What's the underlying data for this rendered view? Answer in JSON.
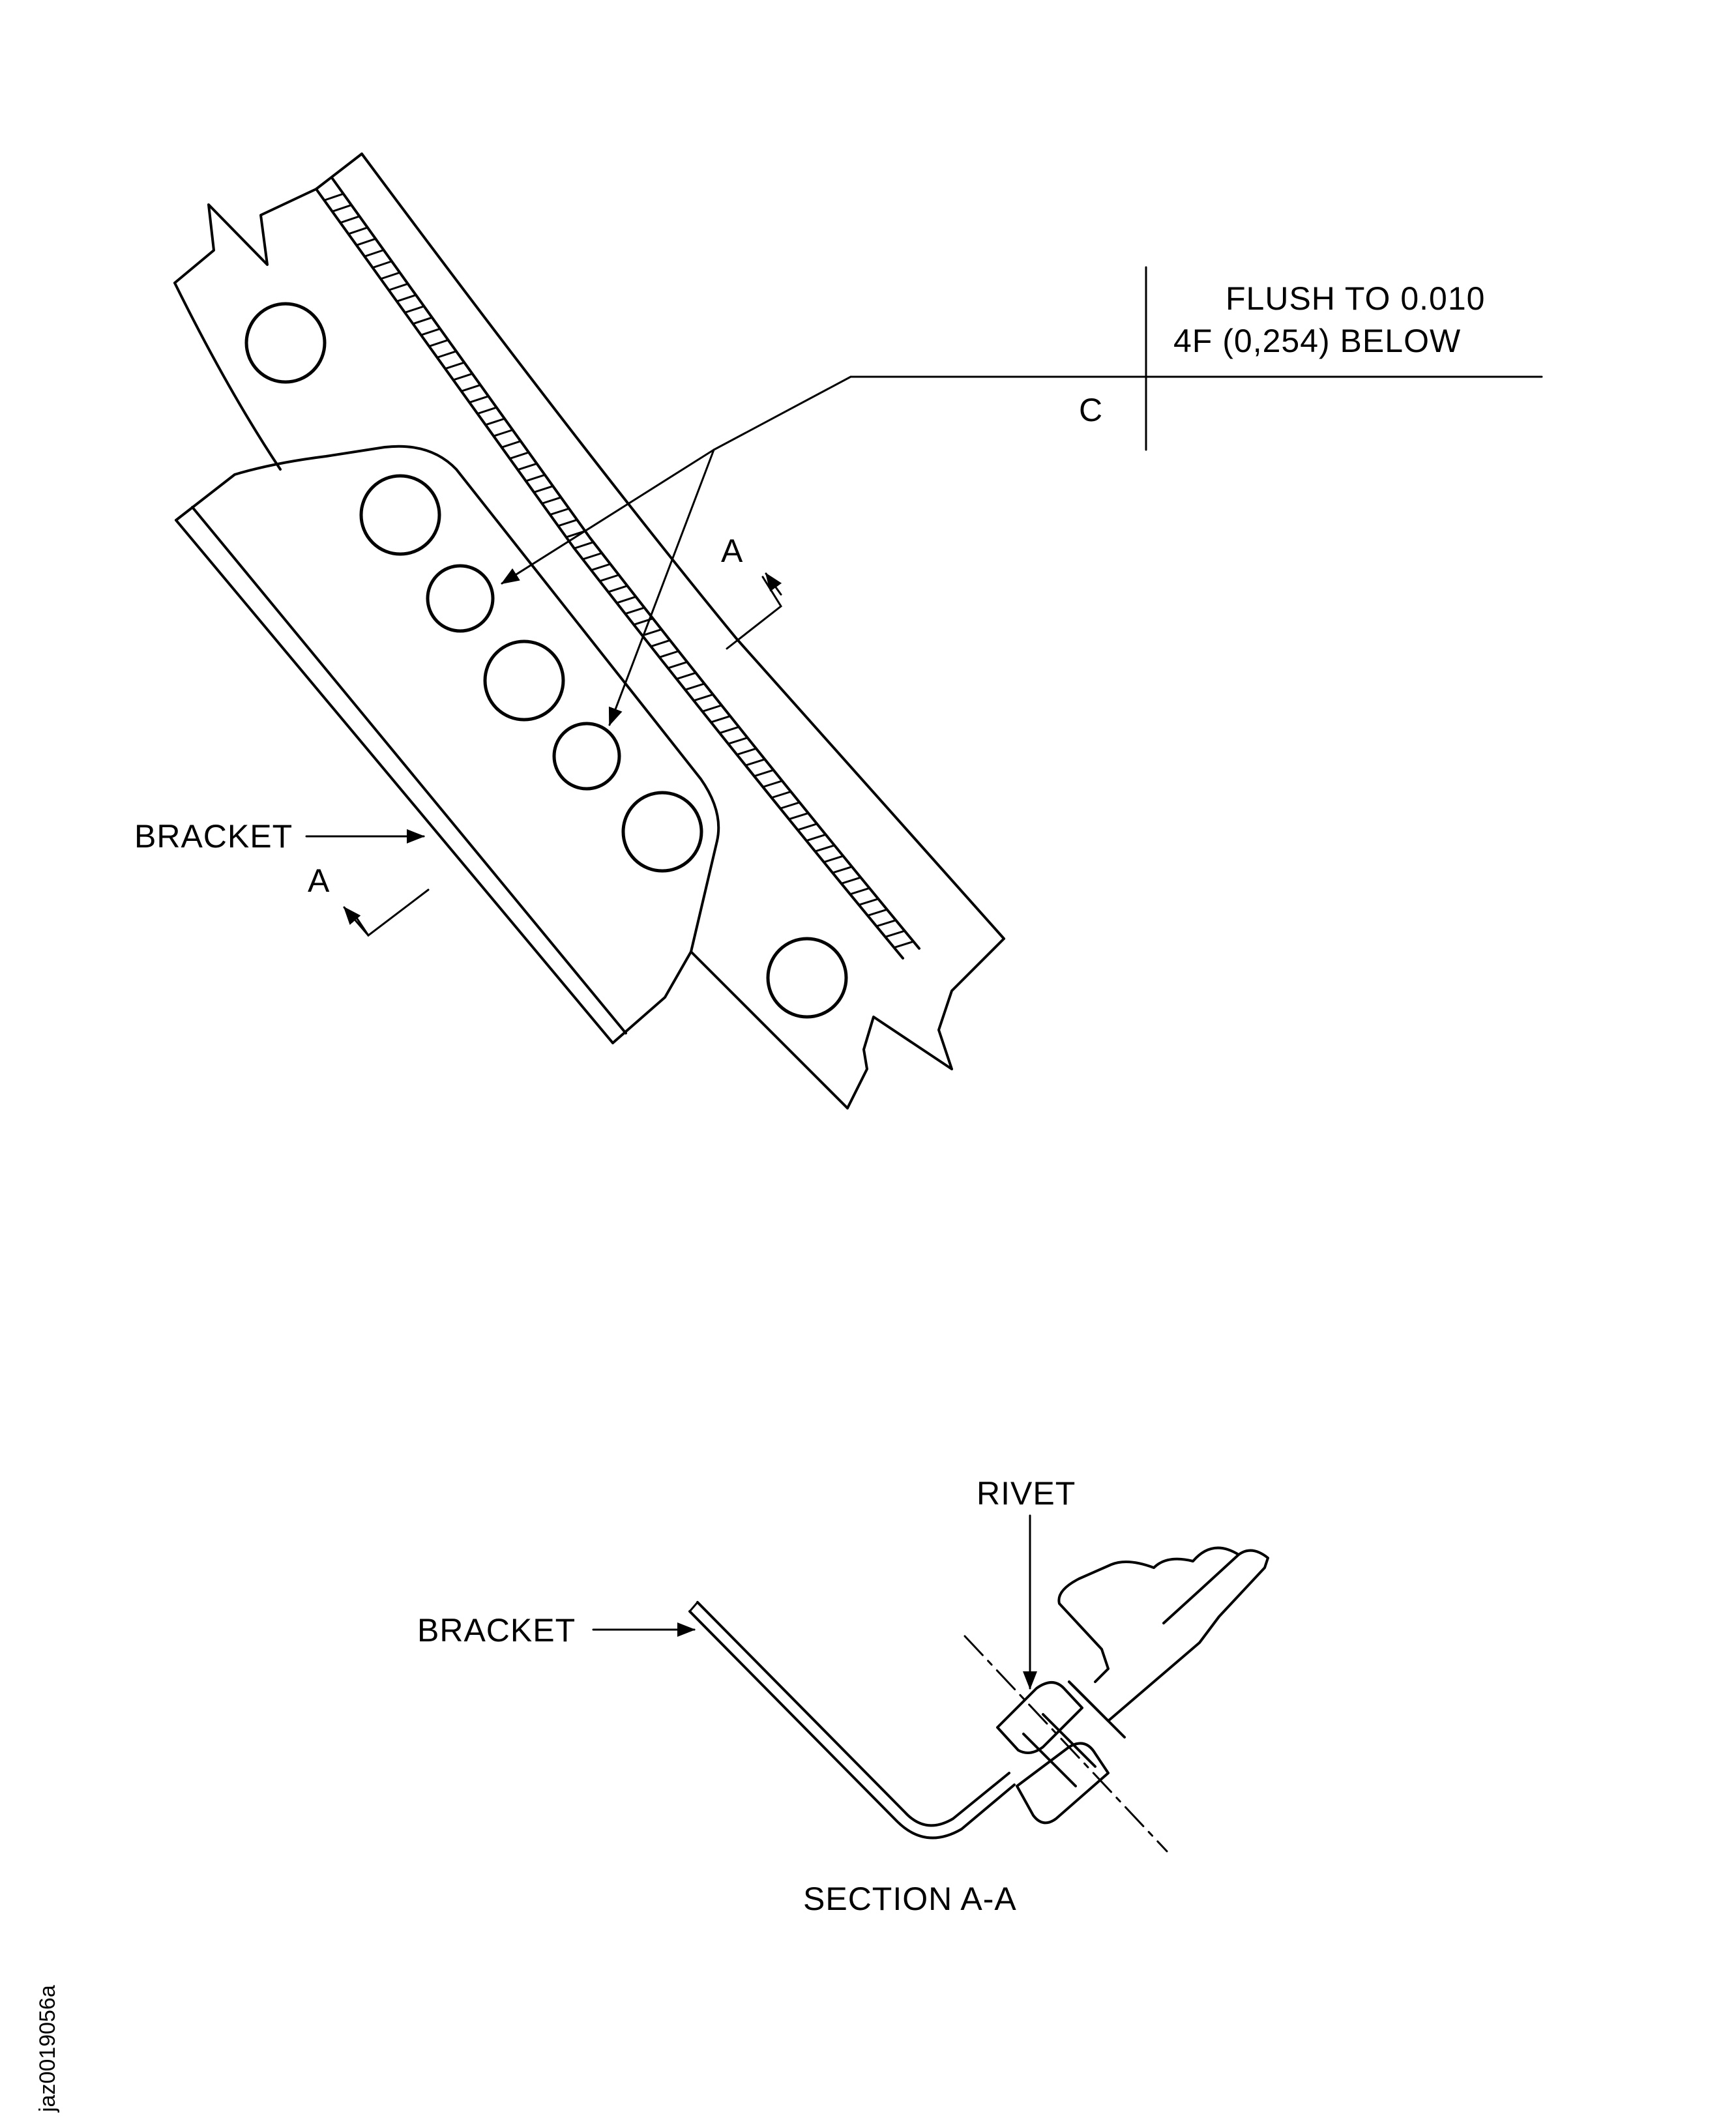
{
  "callout": {
    "flush_line1": "FLUSH TO 0.010",
    "flush_line2": "4F (0,254) BELOW",
    "grade": "C"
  },
  "labels": {
    "bracket_top": "BRACKET",
    "section_mark_top": "A",
    "section_mark_bottom": "A",
    "bracket_section": "BRACKET",
    "rivet": "RIVET",
    "section_title": "SECTION A-A"
  },
  "figure_id": "jaz0019056a"
}
